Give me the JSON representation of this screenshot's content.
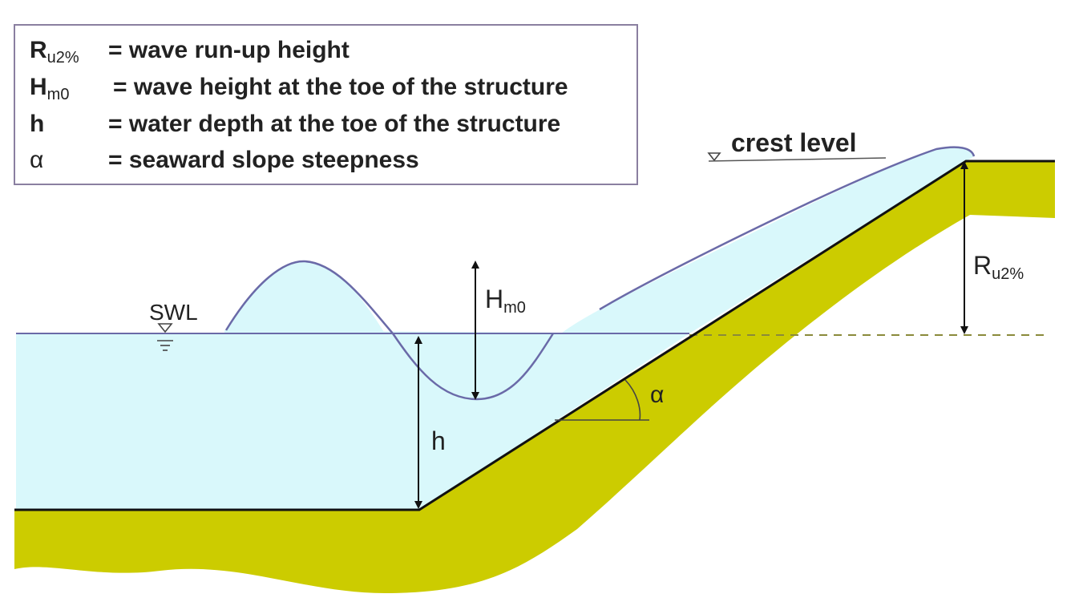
{
  "legend": {
    "items": [
      {
        "symbol": "R",
        "sub": "u2%",
        "definition": "= wave run-up height"
      },
      {
        "symbol": "H",
        "sub": "m0",
        "definition": "= wave height at the toe of the structure"
      },
      {
        "symbol": "h",
        "sub": "",
        "definition": "= water depth at the toe of the structure"
      },
      {
        "symbol": "α",
        "sub": "",
        "definition": "= seaward slope steepness"
      }
    ]
  },
  "labels": {
    "swl": "SWL",
    "crest_level": "crest level",
    "hm0": {
      "symbol": "H",
      "sub": "m0"
    },
    "h": "h",
    "alpha": "α",
    "ru2": {
      "symbol": "R",
      "sub": "u2%"
    }
  },
  "colors": {
    "water": "#d9f8fb",
    "ground": "#cccc00",
    "water_line": "#6a6aa8",
    "outline": "#111111",
    "arrow": "#111111"
  }
}
